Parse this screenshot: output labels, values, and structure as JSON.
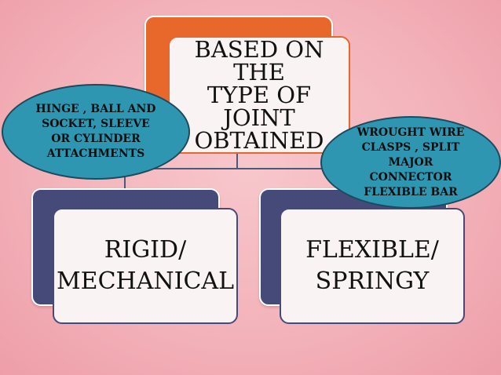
{
  "diagram": {
    "root": {
      "label": "BASED ON THE\nTYPE OF JOINT\nOBTAINED",
      "color": "#e8672b"
    },
    "children": [
      {
        "label": "RIGID/\nMECHANICAL",
        "color": "#464a78"
      },
      {
        "label": "FLEXIBLE/\nSPRINGY",
        "color": "#464a78"
      }
    ],
    "callouts": [
      {
        "label": "HINGE , BALL AND\nSOCKET, SLEEVE\nOR CYLINDER\nATTACHMENTS",
        "color": "#2f96b2"
      },
      {
        "label": "WROUGHT WIRE\nCLASPS , SPLIT\nMAJOR\nCONNECTOR\nFLEXIBLE BAR",
        "color": "#2f96b2"
      }
    ],
    "connector_color": "#4b5a78"
  }
}
